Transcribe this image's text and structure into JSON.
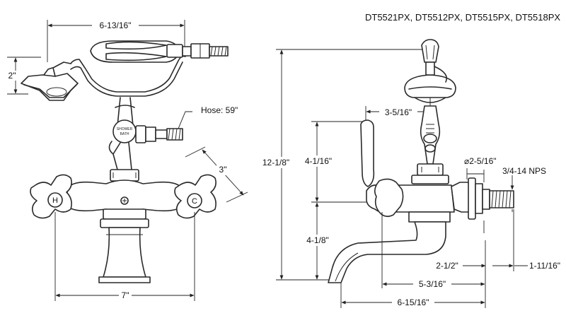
{
  "title": "DT5521PX, DT5512PX, DT5515PX, DT5518PX",
  "front_view": {
    "dims": {
      "handshower_width": "6-13/16\"",
      "handshower_height": "2\"",
      "hose": "Hose: 59\"",
      "handle_spread": "3\"",
      "centers": "7\""
    },
    "handle_labels": {
      "hot": "H",
      "cold": "C"
    },
    "diverter_text": [
      "SHOWER",
      "BATH"
    ]
  },
  "side_view": {
    "dims": {
      "overall_height": "12-1/8\"",
      "cradle_offset": "3-5/16\"",
      "upper_height": "4-1/16\"",
      "lower_height": "4-1/8\"",
      "flange_dia": "⌀2-5/16\"",
      "thread": "3/4-14 NPS",
      "spout_drop": "2-1/2\"",
      "shank_length": "1-11/16\"",
      "spout_reach": "5-3/16\"",
      "overall_depth": "6-15/16\""
    }
  }
}
